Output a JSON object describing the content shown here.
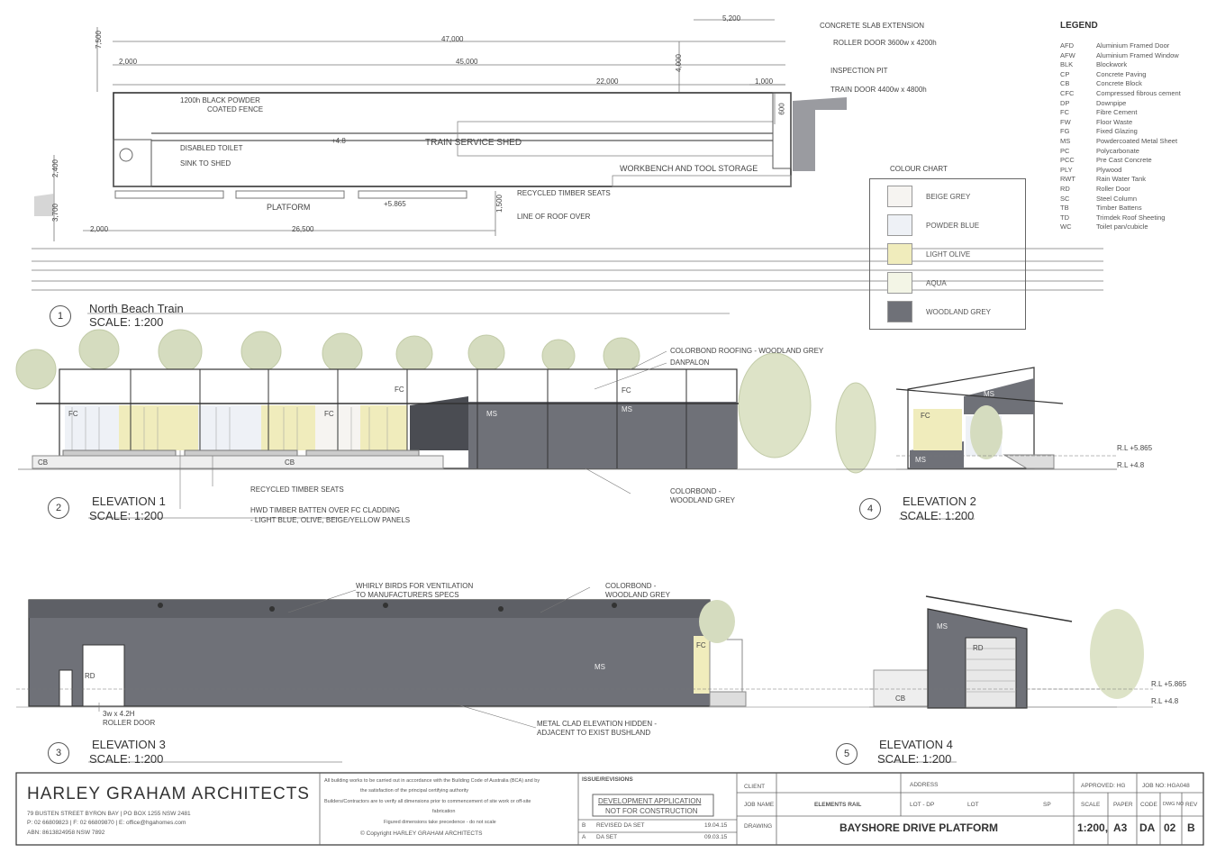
{
  "plan": {
    "dims": {
      "d5200": "5,200",
      "d47000": "47,000",
      "d45000": "45,000",
      "d2000_top": "2,000",
      "d22000": "22,000",
      "d1000": "1,000",
      "d7500": "7,500",
      "d4000": "4,000",
      "d600": "600",
      "d2400": "2,400",
      "d3700": "3,700",
      "d2000_bot": "2,000",
      "d26500": "26,500",
      "d1500": "1,500"
    },
    "labels": {
      "fence": "1200h BLACK POWDER",
      "fence2": "COATED FENCE",
      "disabled_toilet": "DISABLED TOILET",
      "sink": "SINK TO SHED",
      "shed": "TRAIN SERVICE SHED",
      "rl48": "+4.8",
      "rl5865": "+5.865",
      "workbench": "WORKBENCH AND TOOL STORAGE",
      "platform": "PLATFORM",
      "recycled_seats": "RECYCLED TIMBER SEATS",
      "roof_line": "LINE OF ROOF OVER",
      "slab": "CONCRETE SLAB EXTENSION",
      "roller": "ROLLER DOOR 3600w x 4200h",
      "pit": "INSPECTION PIT",
      "train_door": "TRAIN DOOR 4400w x 4800h"
    },
    "view_no": "1",
    "view_title": "North Beach Train",
    "view_scale": "SCALE: 1:200"
  },
  "legend": {
    "title": "LEGEND",
    "rows": [
      {
        "ab": "AFD",
        "de": "Aluminium Framed Door"
      },
      {
        "ab": "AFW",
        "de": "Aluminium Framed Window"
      },
      {
        "ab": "BLK",
        "de": "Blockwork"
      },
      {
        "ab": "CP",
        "de": "Concrete Paving"
      },
      {
        "ab": "CB",
        "de": "Concrete Block"
      },
      {
        "ab": "CFC",
        "de": "Compressed fibrous cement"
      },
      {
        "ab": "DP",
        "de": "Downpipe"
      },
      {
        "ab": "FC",
        "de": "Fibre Cement"
      },
      {
        "ab": "FW",
        "de": "Floor Waste"
      },
      {
        "ab": "FG",
        "de": "Fixed Glazing"
      },
      {
        "ab": "MS",
        "de": "Powdercoated Metal Sheet"
      },
      {
        "ab": "PC",
        "de": "Polycarbonate"
      },
      {
        "ab": "PCC",
        "de": "Pre Cast Concrete"
      },
      {
        "ab": "PLY",
        "de": "Plywood"
      },
      {
        "ab": "RWT",
        "de": "Rain Water Tank"
      },
      {
        "ab": "RD",
        "de": "Roller Door"
      },
      {
        "ab": "SC",
        "de": "Steel Column"
      },
      {
        "ab": "TB",
        "de": "Timber Battens"
      },
      {
        "ab": "TD",
        "de": "Trimdek Roof Sheeting"
      },
      {
        "ab": "WC",
        "de": "Toilet pan/cubicle"
      }
    ]
  },
  "colour_chart": {
    "title": "COLOUR CHART",
    "items": [
      {
        "name": "BEIGE GREY",
        "color": "#f6f4f1"
      },
      {
        "name": "POWDER BLUE",
        "color": "#eef1f6"
      },
      {
        "name": "LIGHT OLIVE",
        "color": "#f0ecbc"
      },
      {
        "name": "AQUA",
        "color": "#f3f5e6"
      },
      {
        "name": "WOODLAND GREY",
        "color": "#6f7178"
      }
    ]
  },
  "elev1": {
    "view_no": "2",
    "title": "ELEVATION 1",
    "scale": "SCALE: 1:200",
    "roofing": "COLORBOND ROOFING - WOODLAND GREY",
    "danpalon": "DANPALON",
    "recycled": "RECYCLED TIMBER SEATS",
    "batten1": "HWD TIMBER BATTEN OVER FC CLADDING",
    "batten2": "- LIGHT BLUE, OLIVE, BEIGE/YELLOW PANELS",
    "colorbond1": "COLORBOND -",
    "colorbond2": "WOODLAND GREY",
    "fc1": "FC",
    "fc2": "FC",
    "fc3": "FC",
    "fc4": "FC",
    "ms1": "MS",
    "ms2": "MS",
    "cb1": "CB",
    "cb2": "CB"
  },
  "elev2": {
    "view_no": "4",
    "title": "ELEVATION 2",
    "scale": "SCALE: 1:200",
    "rl1": "R.L +5.865",
    "rl2": "R.L +4.8",
    "ms": "MS",
    "ms2": "MS",
    "fc": "FC"
  },
  "elev3": {
    "view_no": "3",
    "title": "ELEVATION 3",
    "scale": "SCALE: 1:200",
    "whirly1": "WHIRLY BIRDS FOR VENTILATION",
    "whirly2": "TO MANUFACTURERS SPECS",
    "colorbond1": "COLORBOND -",
    "colorbond2": "WOODLAND GREY",
    "roller1": "3w x 4.2H",
    "roller2": "ROLLER DOOR",
    "metal1": "METAL CLAD ELEVATION HIDDEN -",
    "metal2": "ADJACENT TO EXIST BUSHLAND",
    "rd": "RD",
    "ms": "MS",
    "fc": "FC"
  },
  "elev4": {
    "view_no": "5",
    "title": "ELEVATION 4",
    "scale": "SCALE: 1:200",
    "rl1": "R.L +5.865",
    "rl2": "R.L +4.8",
    "ms": "MS",
    "rd": "RD",
    "cb": "CB"
  },
  "titleblock": {
    "firm": "HARLEY GRAHAM ARCHITECTS",
    "addr1": "79 BUSTEN STREET BYRON BAY | PO BOX 1255 NSW 2481",
    "addr2": "P: 02 66809823 | F: 02 66809870 | E: office@hgahomes.com",
    "addr3": "ABN: 8613824958   NSW 7892",
    "note1": "All building works to be carried out in accordance with the Building Code of Australia (BCA) and by",
    "note2": "the satisfaction of the principal certifying authority",
    "note3": "Builders/Contractors are to verify all dimensions prior to commencement of site work or off-site",
    "note4": "fabrication",
    "note5": "Figured dimensions take precedence - do not scale",
    "copyright": "©  Copyright HARLEY GRAHAM ARCHITECTS",
    "issues": "ISSUE/REVISIONS",
    "dev1": "DEVELOPMENT APPLICATION",
    "dev2": "NOT FOR CONSTRUCTION",
    "rev_b": "B",
    "rev_b_desc": "REVISED DA SET",
    "rev_b_date": "19.04.15",
    "rev_a": "A",
    "rev_a_desc": "DA SET",
    "rev_a_date": "09.03.15",
    "client": "CLIENT",
    "address": "ADDRESS",
    "approved": "APPROVED: HG",
    "jobno": "JOB NO: HGA048",
    "jobname": "JOB NAME",
    "jobname_val": "ELEMENTS RAIL",
    "lotdp": "LOT - DP",
    "lot": "LOT",
    "sp": "SP",
    "scale_h": "SCALE",
    "paper_h": "PAPER",
    "code_h": "CODE",
    "dwg_h": "DWG NO",
    "rev_h": "REV",
    "drawing": "DRAWING",
    "drawing_val": "BAYSHORE DRIVE PLATFORM",
    "scale_val": "1:200,",
    "paper_val": "A3",
    "code_val": "DA",
    "dwg_val": "02",
    "rev_val": "B"
  }
}
